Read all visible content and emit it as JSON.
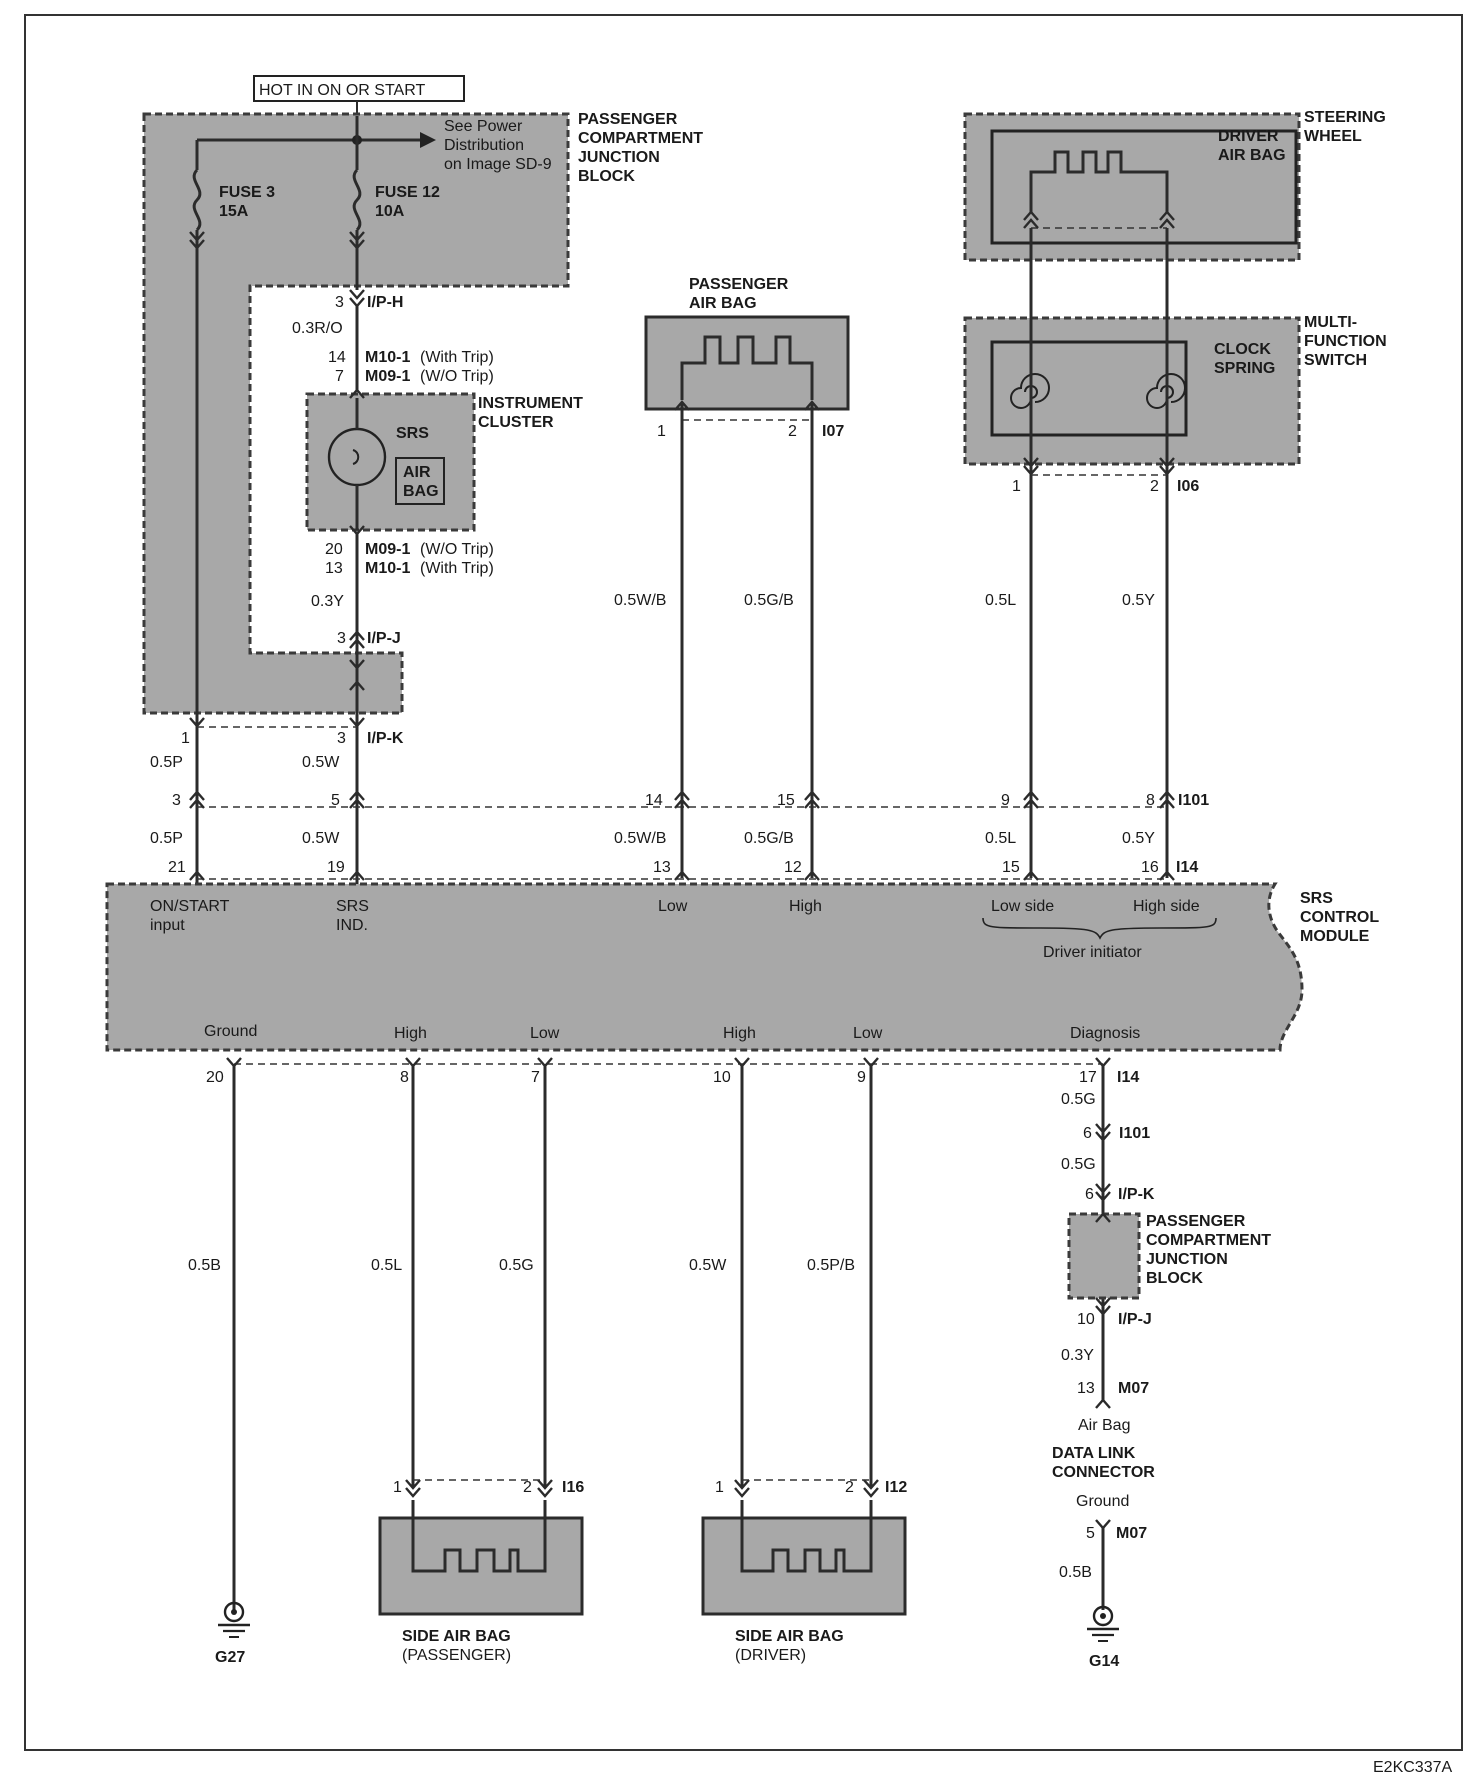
{
  "header_label": "HOT IN ON OR START",
  "figure_id": "E2KC337A",
  "pcjb_top": {
    "name_lines": [
      "PASSENGER",
      "COMPARTMENT",
      "JUNCTION",
      "BLOCK"
    ],
    "note_lines": [
      "See Power",
      "Distribution",
      "on Image SD-9"
    ],
    "fuse3": [
      "FUSE 3",
      "15A"
    ],
    "fuse12": [
      "FUSE 12",
      "10A"
    ]
  },
  "left_feed": {
    "iph_pin": "3",
    "iph_conn": "I/P-H",
    "wire_cluster_in": "0.3R/O",
    "m10_in_pin": "14",
    "m10_in_conn": "M10-1",
    "m10_in_note": "(With Trip)",
    "m09_in_pin": "7",
    "m09_in_conn": "M09-1",
    "m09_in_note": "(W/O Trip)",
    "cluster_name": [
      "INSTRUMENT",
      "CLUSTER"
    ],
    "srs_label": "SRS",
    "airbag_lines": [
      "AIR",
      "BAG"
    ],
    "m09_out_pin": "20",
    "m09_out_conn": "M09-1",
    "m09_out_note": "(W/O Trip)",
    "m10_out_pin": "13",
    "m10_out_conn": "M10-1",
    "m10_out_note": "(With Trip)",
    "wire_cluster_out": "0.3Y",
    "ipj_pin": "3",
    "ipj_conn": "I/P-J",
    "ipk_pin_left": "1",
    "ipk_pin_right": "3",
    "ipk_conn": "I/P-K",
    "wire_a1": "0.5P",
    "wire_b1": "0.5W",
    "ii01_pin_left": "3",
    "ii01_pin_right": "5",
    "wire_a2": "0.5P",
    "wire_b2": "0.5W",
    "mod_pin_left": "21",
    "mod_pin_right": "19"
  },
  "passenger_airbag": {
    "name_lines": [
      "PASSENGER",
      "AIR BAG"
    ],
    "pin1": "1",
    "pin2": "2",
    "conn": "I07",
    "wire1": "0.5W/B",
    "wire2": "0.5G/B",
    "ii01_pin1": "14",
    "ii01_pin2": "15",
    "wire1b": "0.5W/B",
    "wire2b": "0.5G/B",
    "mod_pin1": "13",
    "mod_pin2": "12"
  },
  "driver_side": {
    "steering_wheel": [
      "STEERING",
      "WHEEL"
    ],
    "driver_airbag": [
      "DRIVER",
      "AIR BAG"
    ],
    "multi_function": [
      "MULTI-",
      "FUNCTION",
      "SWITCH"
    ],
    "clock_spring": [
      "CLOCK",
      "SPRING"
    ],
    "pin1": "1",
    "pin2": "2",
    "conn": "I06",
    "wire1": "0.5L",
    "wire2": "0.5Y",
    "ii01_pin1": "9",
    "ii01_pin2": "8",
    "ii01_conn": "I101",
    "wire1b": "0.5L",
    "wire2b": "0.5Y",
    "mod_pin1": "15",
    "mod_pin2": "16",
    "mod_conn": "I14"
  },
  "srs_module": {
    "name_lines": [
      "SRS",
      "CONTROL",
      "MODULE"
    ],
    "on_start": [
      "ON/START",
      "input"
    ],
    "srs_ind": [
      "SRS",
      "IND."
    ],
    "low": "Low",
    "high": "High",
    "low_side": "Low side",
    "high_side": "High side",
    "driver_initiator": "Driver initiator",
    "ground": "Ground",
    "high_b1": "High",
    "low_b1": "Low",
    "high_b2": "High",
    "low_b2": "Low",
    "diagnosis": "Diagnosis"
  },
  "bottom": {
    "pin_ground": "20",
    "pin_h1": "8",
    "pin_l1": "7",
    "pin_h2": "10",
    "pin_l2": "9",
    "pin_diag": "17",
    "diag_conn": "I14",
    "wire_ground": "0.5B",
    "wire_h1": "0.5L",
    "wire_l1": "0.5G",
    "wire_h2": "0.5W",
    "wire_l2": "0.5P/B",
    "g27": "G27",
    "side_pass": [
      "SIDE AIR BAG",
      "(PASSENGER)"
    ],
    "side_pass_pin1": "1",
    "side_pass_pin2": "2",
    "side_pass_conn": "I16",
    "side_drv": [
      "SIDE AIR BAG",
      "(DRIVER)"
    ],
    "side_drv_pin1": "1",
    "side_drv_pin2": "2",
    "side_drv_conn": "I12"
  },
  "diag_branch": {
    "wire1": "0.5G",
    "ii01_pin": "6",
    "ii01_conn": "I101",
    "wire2": "0.5G",
    "ipk_pin": "6",
    "ipk_conn": "I/P-K",
    "pcjb_name": [
      "PASSENGER",
      "COMPARTMENT",
      "JUNCTION",
      "BLOCK"
    ],
    "ipj_pin": "10",
    "ipj_conn": "I/P-J",
    "wire3": "0.3Y",
    "m07_pin": "13",
    "m07_conn": "M07",
    "airbag_label": "Air Bag",
    "dlc_name": [
      "DATA LINK",
      "CONNECTOR"
    ],
    "ground_label": "Ground",
    "m07b_pin": "5",
    "m07b_conn": "M07",
    "wire4": "0.5B",
    "g14": "G14"
  }
}
